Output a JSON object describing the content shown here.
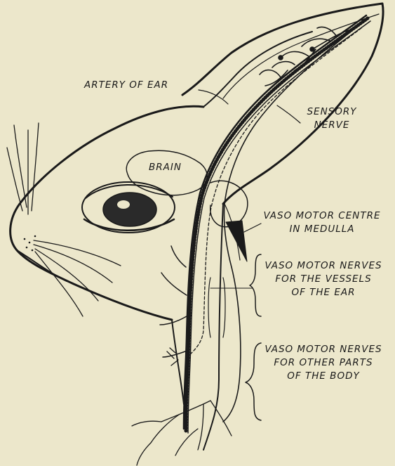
{
  "labels": {
    "artery": "ARTERY OF EAR",
    "sensory_line1": "SENSORY",
    "sensory_line2": "NERVE",
    "brain": "BRAIN",
    "centre_line1": "VASO MOTOR CENTRE",
    "centre_line2": "IN MEDULLA",
    "ear_nerves_line1": "VASO MOTOR NERVES",
    "ear_nerves_line2": "FOR THE VESSELS",
    "ear_nerves_line3": "OF THE EAR",
    "body_nerves_line1": "VASO MOTOR NERVES",
    "body_nerves_line2": "FOR OTHER PARTS",
    "body_nerves_line3": "OF THE BODY"
  },
  "colors": {
    "paper": "#ece7cb",
    "ink": "#1a1a1a"
  }
}
